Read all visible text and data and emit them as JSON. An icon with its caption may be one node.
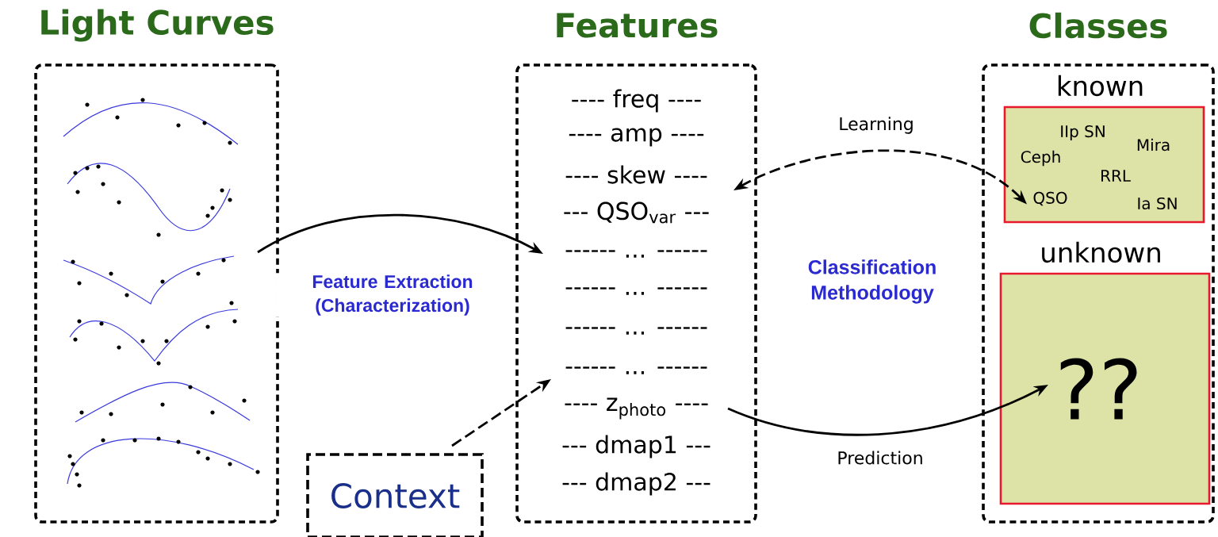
{
  "diagram": {
    "nodes": [
      {
        "text": [
          "Light Curves"
        ]
      },
      {
        "text": [
          "Features",
          "---- freq ----",
          "---- amp ----",
          "---- skew ----",
          "--- QSO$_{var}$ ---",
          "------ ... ------",
          "------ ... ------",
          "------ ... ------",
          "------ ... ------",
          "---- z$_{photo}$ ----",
          "--- dmap1 ---",
          "--- dmap2 ---"
        ]
      },
      {
        "text": [
          "Classes"
        ]
      },
      {
        "text": [
          "known",
          "IIp SN",
          "Mira",
          "Ceph",
          "RRL",
          "QSO",
          "Ia SN"
        ],
        "in": 2
      },
      {
        "text": [
          "unknown",
          "??"
        ],
        "in": 2
      },
      {
        "text": [
          "Context"
        ]
      }
    ],
    "edges": [
      {
        "from": 0,
        "to": 1,
        "arrow": "to",
        "label": "Feature Extraction (Characterization)"
      },
      {
        "from": 1,
        "to": 3,
        "arrow": "both",
        "style": "dashed",
        "label": "Learning"
      },
      {
        "from": 5,
        "to": 1,
        "arrow": "to",
        "style": "dashed"
      },
      {
        "from": 1,
        "to": 4,
        "arrow": "to",
        "label": "Prediction"
      }
    ],
    "labels": [
      "Classification Methodology"
    ]
  }
}
